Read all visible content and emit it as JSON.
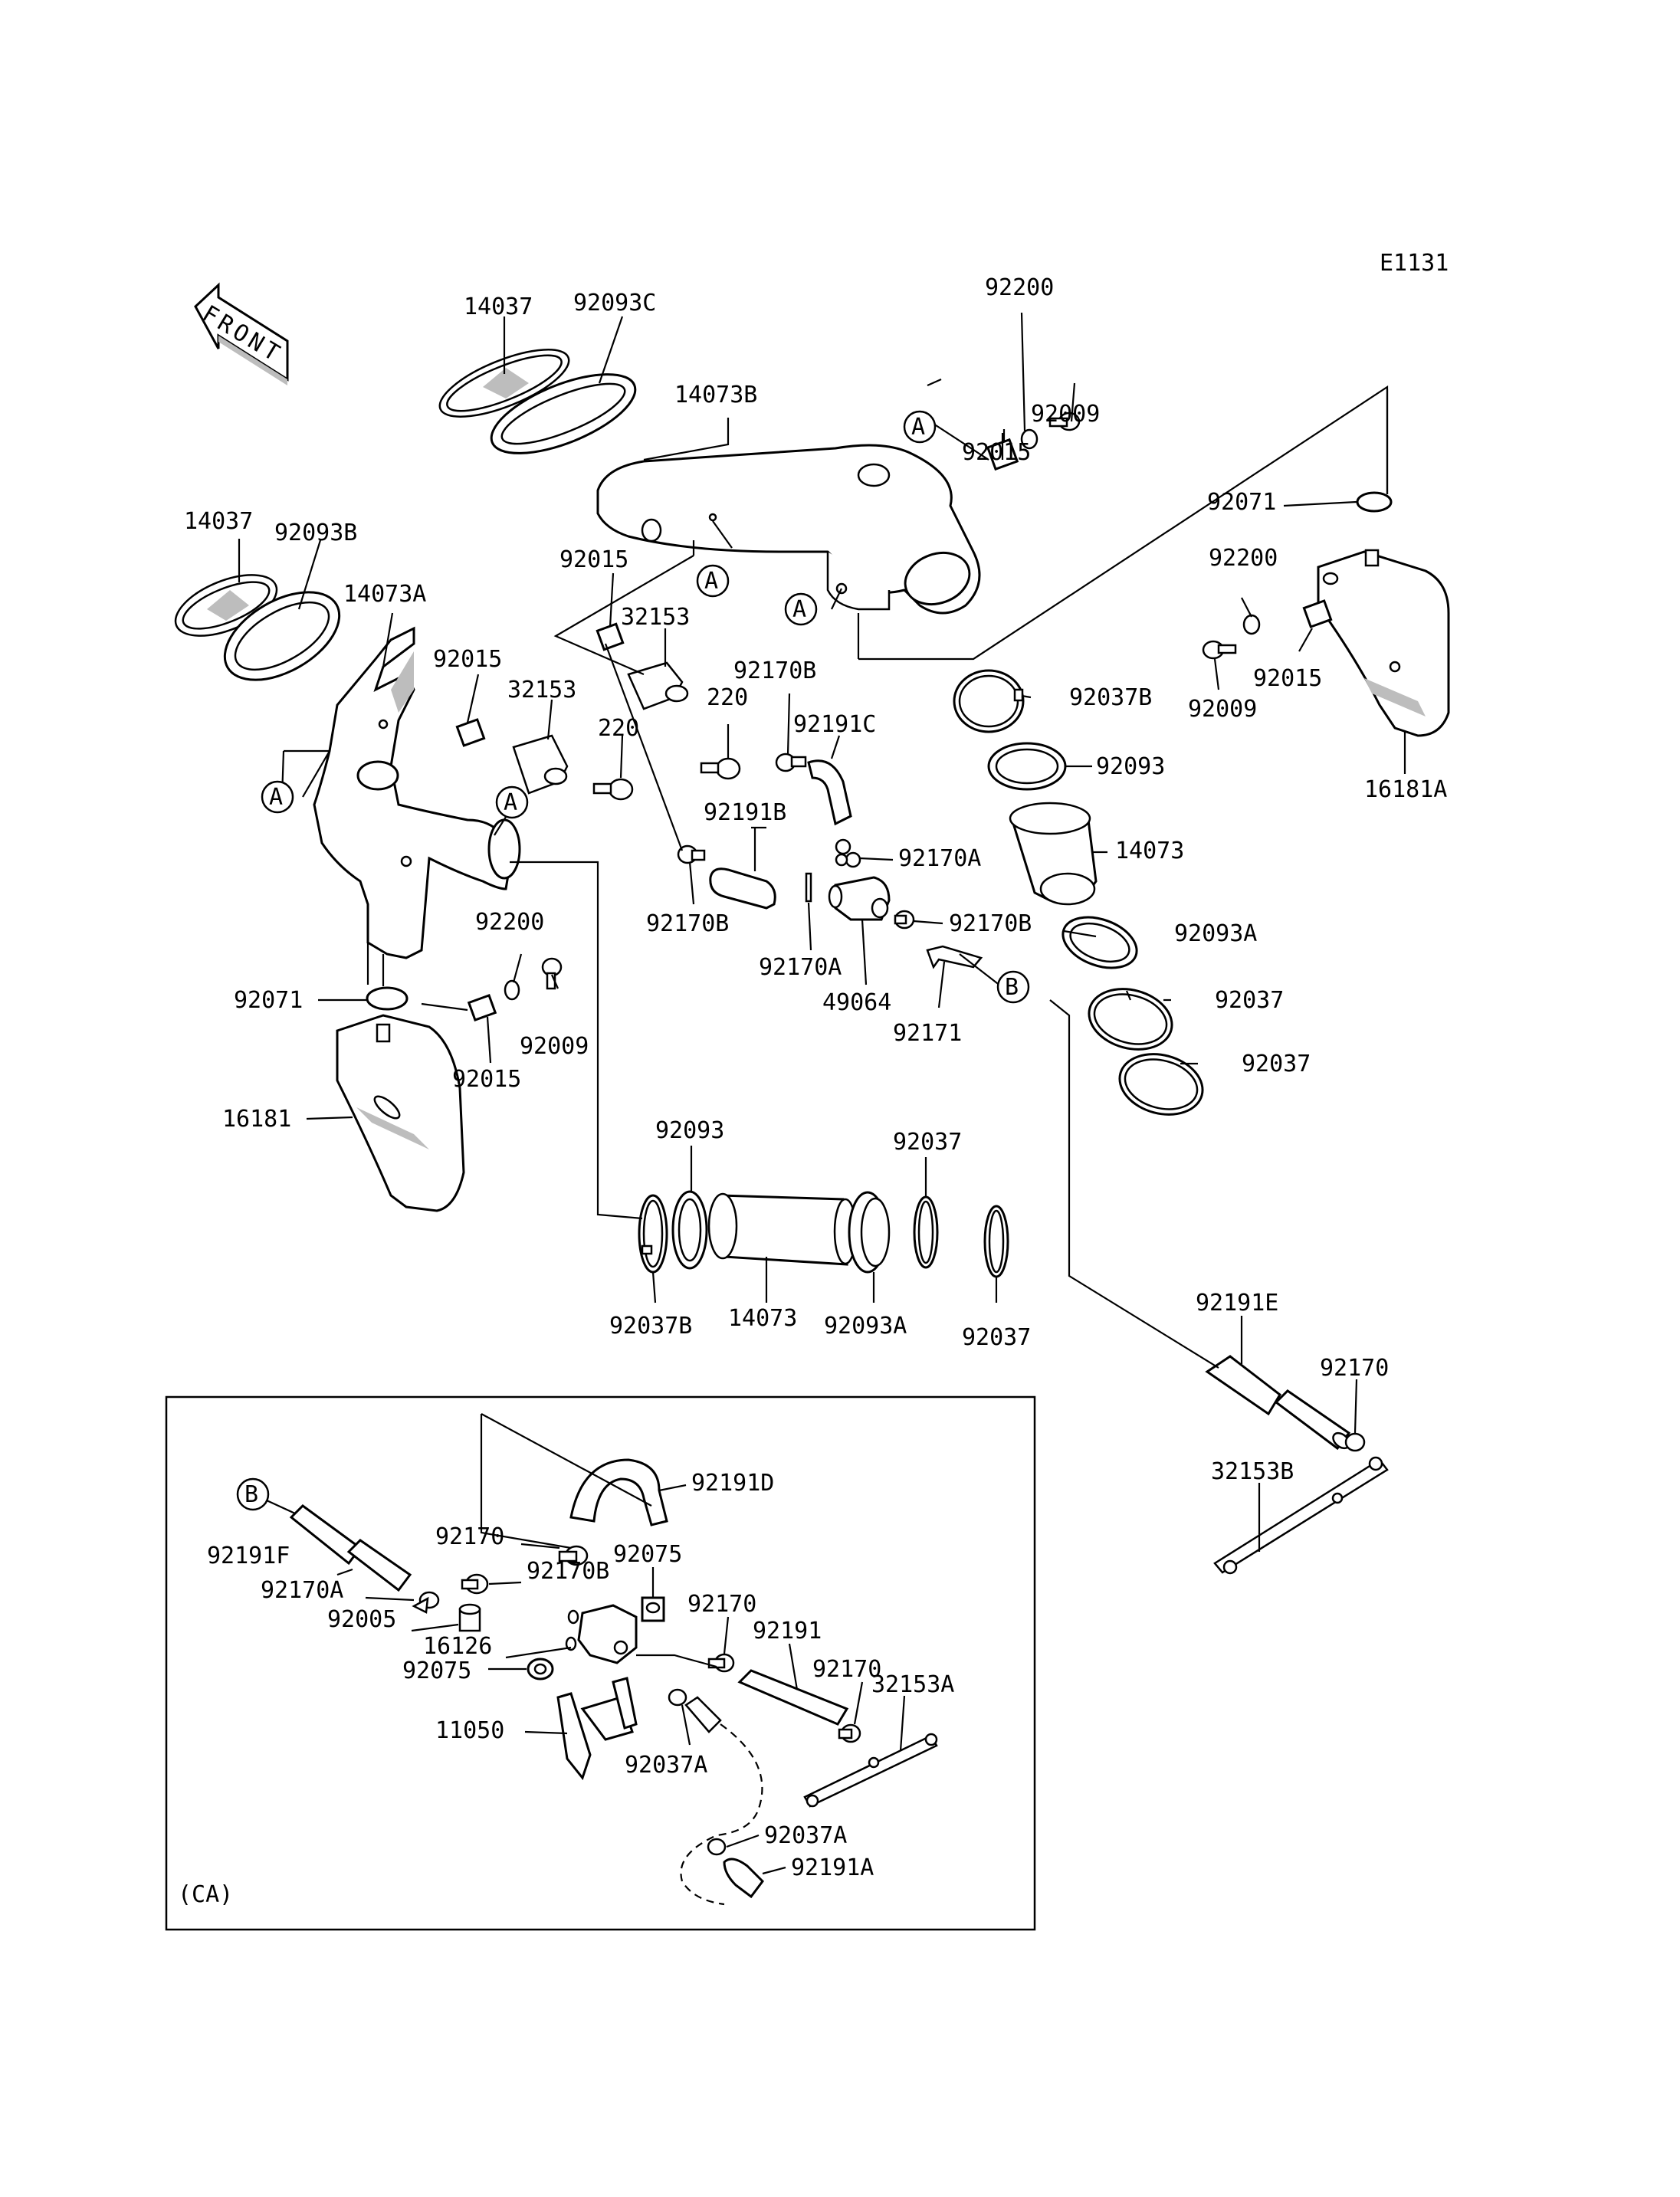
{
  "diagram_code": "E1131",
  "front_label": "FRONT",
  "ca_label": "(CA)",
  "ref_markers": {
    "a": "A",
    "b": "B"
  },
  "colors": {
    "line": "#000000",
    "background": "#ffffff",
    "shade": "#bdbdbd"
  },
  "callouts": [
    "14037",
    "92093C",
    "14073B",
    "92200",
    "92009",
    "92015",
    "14037",
    "92093B",
    "14073A",
    "92015",
    "32153",
    "92015",
    "32153",
    "220",
    "220",
    "92170B",
    "92191C",
    "92071",
    "92200",
    "92015",
    "92009",
    "16181A",
    "92037B",
    "92093",
    "14073",
    "92170A",
    "92191B",
    "92170B",
    "92170A",
    "49064",
    "92170B",
    "92093A",
    "92171",
    "92037",
    "92037",
    "92200",
    "92071",
    "92009",
    "92015",
    "16181",
    "92093",
    "92037",
    "92037B",
    "14073",
    "92093A",
    "92037",
    "92191E",
    "92170",
    "32153B",
    "92191D",
    "92170",
    "92075",
    "92191F",
    "92170B",
    "92170A",
    "92005",
    "92170",
    "16126",
    "92191",
    "92075",
    "92170",
    "32153A",
    "11050",
    "92037A",
    "92037A",
    "92191A"
  ]
}
